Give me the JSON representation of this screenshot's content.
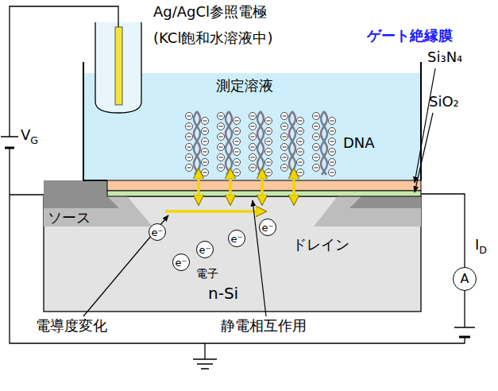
{
  "diagram": {
    "nodes": [
      {
        "text": [
          "A"
        ]
      },
      {
        "text": [
          "e⁻"
        ]
      },
      {
        "text": [
          "e⁻"
        ]
      },
      {
        "text": [
          "e⁻"
        ]
      },
      {
        "text": [
          "e⁻"
        ]
      },
      {
        "text": [
          "e⁻"
        ]
      }
    ],
    "labels": [
      "Ag/AgCl参照電極",
      "(KCl飽和水溶液中)",
      "測定溶液",
      "DNA",
      "ゲート絶縁膜",
      "Si₃N₄",
      "SiO₂",
      "VG",
      "ソース",
      "ドレイン",
      "電子",
      "n-Si",
      "ID",
      "電導度変化",
      "静電相互作用"
    ]
  }
}
